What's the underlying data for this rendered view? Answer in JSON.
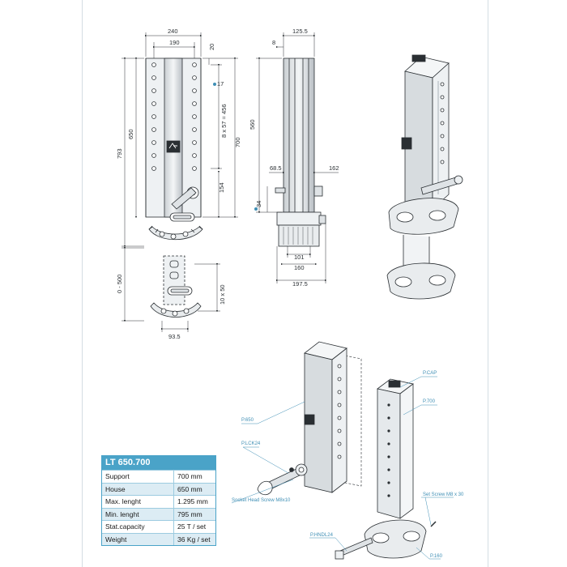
{
  "spec_table": {
    "title": "LT 650.700",
    "rows": [
      {
        "label": "Support",
        "value": "700 mm"
      },
      {
        "label": "House",
        "value": "650 mm"
      },
      {
        "label": "Max. lenght",
        "value": "1.295 mm"
      },
      {
        "label": "Min. lenght",
        "value": "795 mm"
      },
      {
        "label": "Stat.capacity",
        "value": "25 T / set"
      },
      {
        "label": "Weight",
        "value": "36 Kg / set"
      }
    ]
  },
  "front_view_dims": {
    "width_outer": "240",
    "width_inner": "190",
    "top_offset": "20",
    "hole_diameter": "17",
    "hole_spacing": "8 x 57 = 456",
    "support_height": "700",
    "house_height": "650",
    "total_height": "793",
    "bottom_holes": "154"
  },
  "side_view_dims": {
    "width_top": "125.5",
    "offset": "8",
    "height": "560",
    "pin_left": "68.5",
    "pin_right": "162",
    "pin_diameter": "34",
    "base_inner": "101",
    "base_mid": "160",
    "base_outer": "197.5"
  },
  "extension_dims": {
    "range": "0 - 500",
    "step": "10 x 50",
    "base_width": "93.5"
  },
  "callouts": {
    "cap": "P.CAP",
    "p700": "P.700",
    "p650": "P.650",
    "lock": "P.LCK24",
    "socket_screw": "Socket Head Screw M8x10",
    "set_screw": "Set Screw M8 x 30",
    "handle": "P.HNDL24",
    "p160": "P.160"
  },
  "colors": {
    "accent": "#4aa3c8",
    "line": "#2a2f33",
    "metal": "#dfe3e6"
  }
}
